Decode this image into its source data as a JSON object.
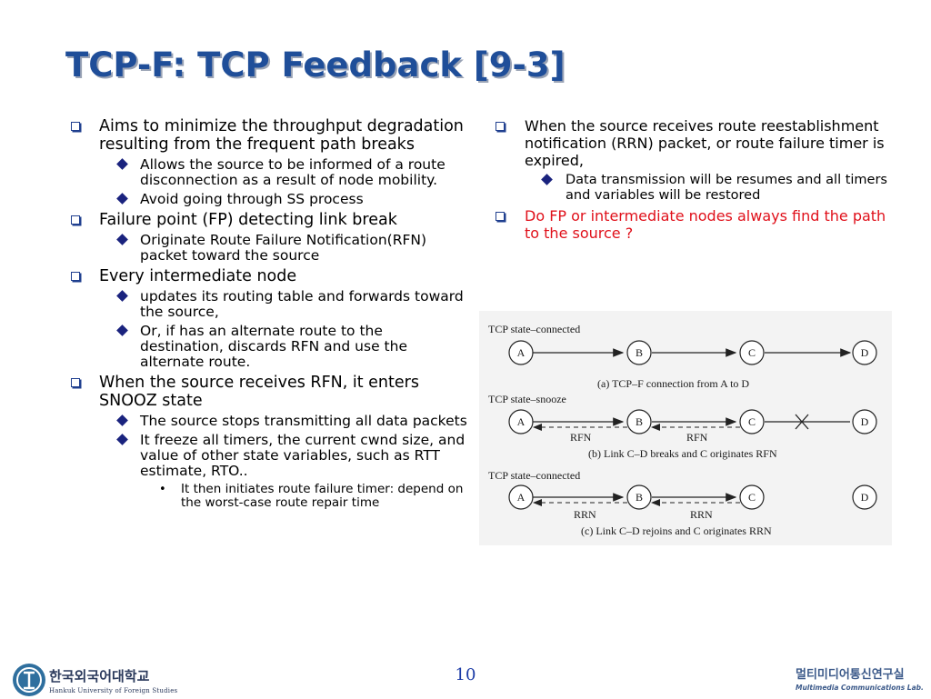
{
  "slide": {
    "title": "TCP-F: TCP Feedback [9-3]",
    "page_number": "10"
  },
  "left_column": {
    "items": [
      {
        "text": "Aims to minimize the throughput degradation resulting from the frequent path breaks",
        "subitems": [
          {
            "text": "Allows the source to be informed of a route disconnection as a result of node mobility."
          },
          {
            "text": "Avoid going through SS process"
          }
        ]
      },
      {
        "text": "Failure point (FP) detecting link break",
        "subitems": [
          {
            "text": "Originate Route Failure Notification(RFN) packet toward the source"
          }
        ]
      },
      {
        "text": "Every intermediate node",
        "subitems": [
          {
            "text": "updates its routing table and forwards toward the source,"
          },
          {
            "text": "Or, if has an alternate route to the destination, discards RFN and use the alternate route."
          }
        ]
      },
      {
        "text": "When the source receives RFN, it enters SNOOZ state",
        "subitems": [
          {
            "text": "The source stops transmitting all data packets"
          },
          {
            "text": "It freeze all timers, the current cwnd size, and value of other state variables, such as RTT estimate, RTO..",
            "subsub": "It then initiates route failure timer: depend on the worst-case route repair time"
          }
        ]
      }
    ]
  },
  "right_column": {
    "items": [
      {
        "text": "When the source receives route reestablishment notification (RRN) packet, or route failure timer is expired,",
        "subitems": [
          {
            "text": "Data transmission will be resumes and all timers and variables will be restored"
          }
        ]
      },
      {
        "text": "Do FP or intermediate nodes always find the path to the source ?",
        "color": "#e0101a"
      }
    ]
  },
  "diagram": {
    "panels": [
      {
        "state_label": "TCP state–connected",
        "caption": "(a) TCP–F connection from A to D",
        "nodes": [
          "A",
          "B",
          "C",
          "D"
        ],
        "back_labels": []
      },
      {
        "state_label": "TCP state–snooze",
        "caption": "(b) Link C–D breaks and C originates RFN",
        "nodes": [
          "A",
          "B",
          "C",
          "D"
        ],
        "back_labels": [
          "RFN",
          "RFN"
        ]
      },
      {
        "state_label": "TCP state–connected",
        "caption": "(c) Link C–D rejoins and C originates RRN",
        "nodes": [
          "A",
          "B",
          "C",
          "D"
        ],
        "back_labels": [
          "RRN",
          "RRN"
        ]
      }
    ]
  },
  "footer": {
    "left_logo_korean": "한국외국어대학교",
    "left_logo_english": "Hankuk University of Foreign Studies",
    "right_logo_korean": "멀티미디어통신연구실",
    "right_logo_english": "Multimedia Communications Lab."
  },
  "colors": {
    "title": "#1f4e99",
    "bullet": "#1f3f8f",
    "diamond": "#1a237e",
    "highlight_red": "#e0101a",
    "page_number": "#1a3aa6"
  },
  "icons": {
    "level1": "hollow-square-bullet",
    "level2": "diamond-bullet",
    "level3": "dot-bullet"
  }
}
